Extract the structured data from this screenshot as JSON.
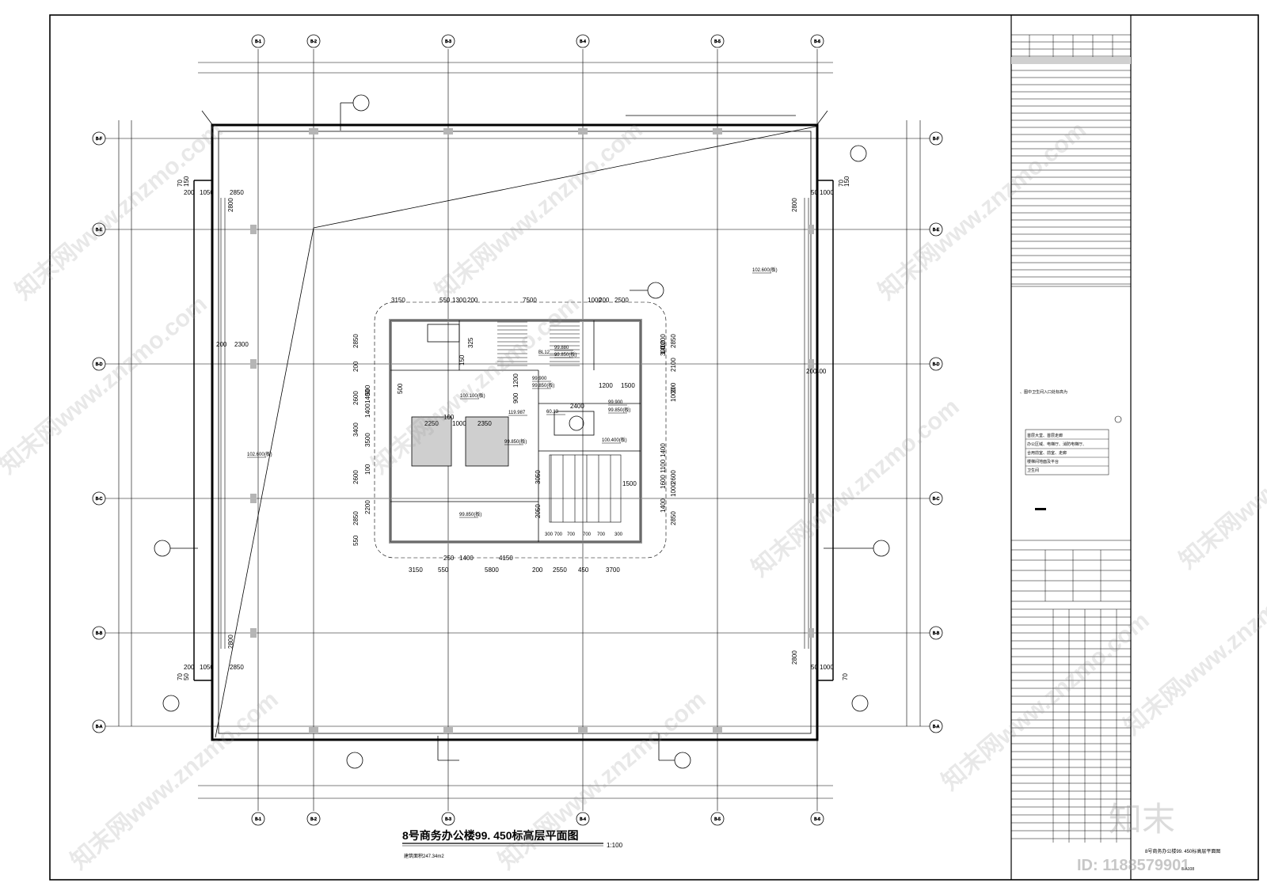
{
  "drawing": {
    "title": "8号商务办公楼99. 450标高层平面图",
    "scale": "1:100",
    "area_label": "建筑面积247.34m2"
  },
  "axes": {
    "columns": [
      "B-1",
      "B-2",
      "B-3",
      "B-4",
      "B-5",
      "B-6"
    ],
    "rows": [
      "B-F",
      "B-E",
      "B-D",
      "B-C",
      "B-B",
      "B-A"
    ]
  },
  "core_dims": {
    "top": [
      "3150",
      "550",
      "1300",
      "200",
      "7500",
      "1000",
      "200",
      "2500"
    ],
    "bottom1": [
      "250",
      "1400",
      "4150"
    ],
    "bottom2": [
      "3150",
      "550",
      "5800",
      "200",
      "2550",
      "450",
      "3700"
    ],
    "stairs": [
      "300",
      "700",
      "700",
      "700",
      "700",
      "300"
    ],
    "left": [
      "2850",
      "200",
      "2600",
      "3400",
      "2600",
      "2850",
      "550"
    ],
    "left_inner": [
      "1400",
      "1400",
      "500",
      "3500",
      "100",
      "2200"
    ],
    "right": [
      "2850",
      "2100",
      "200",
      "1000",
      "2600",
      "1000",
      "2850"
    ],
    "right_inner": [
      "1400",
      "1200",
      "300",
      "1400",
      "1100",
      "1600",
      "1400"
    ],
    "misc": [
      "2250",
      "1000",
      "2350",
      "1200",
      "1500",
      "2400",
      "900",
      "1200",
      "500",
      "3050",
      "2050",
      "1500",
      "100",
      "150",
      "325"
    ]
  },
  "perimeter_dims": {
    "left": [
      "200",
      "1050",
      "2850",
      "2800",
      "200",
      "2300",
      "2800",
      "200",
      "1050",
      "2850",
      "70",
      "150",
      "70",
      "50"
    ],
    "right": [
      "50",
      "1000",
      "2800",
      "200",
      "400",
      "2800",
      "50",
      "1000",
      "70",
      "150",
      "70"
    ]
  },
  "levels": [
    "102.600(板)",
    "102.600(板)",
    "100.100(板)",
    "99.880",
    "99.850(板)",
    "99.900",
    "99.850(板)",
    "119.987",
    "60.13",
    "99.850(板)",
    "100.400(板)",
    "99.900",
    "99.850(板)",
    "99.850(板)",
    "BL12"
  ],
  "title_block": {
    "note": "、图中卫生间入口处标高为",
    "legend": [
      "首层大堂、首层走廊",
      "办公区域、电梯厅、消防电梯厅、",
      "合用前室、前室、走廊",
      "楼梯间地面及平台",
      "卫生间"
    ],
    "sheet_name": "8号商务办公楼99. 450标高层平面图",
    "sheet_no": "8-A108"
  },
  "watermark": {
    "text": "知末网www.znzmo.com",
    "logo": "知末",
    "id": "ID: 1188579901"
  },
  "colors": {
    "line": "#000000",
    "hatch": "#c8c8c8",
    "watermark": "#9a9a9a"
  }
}
